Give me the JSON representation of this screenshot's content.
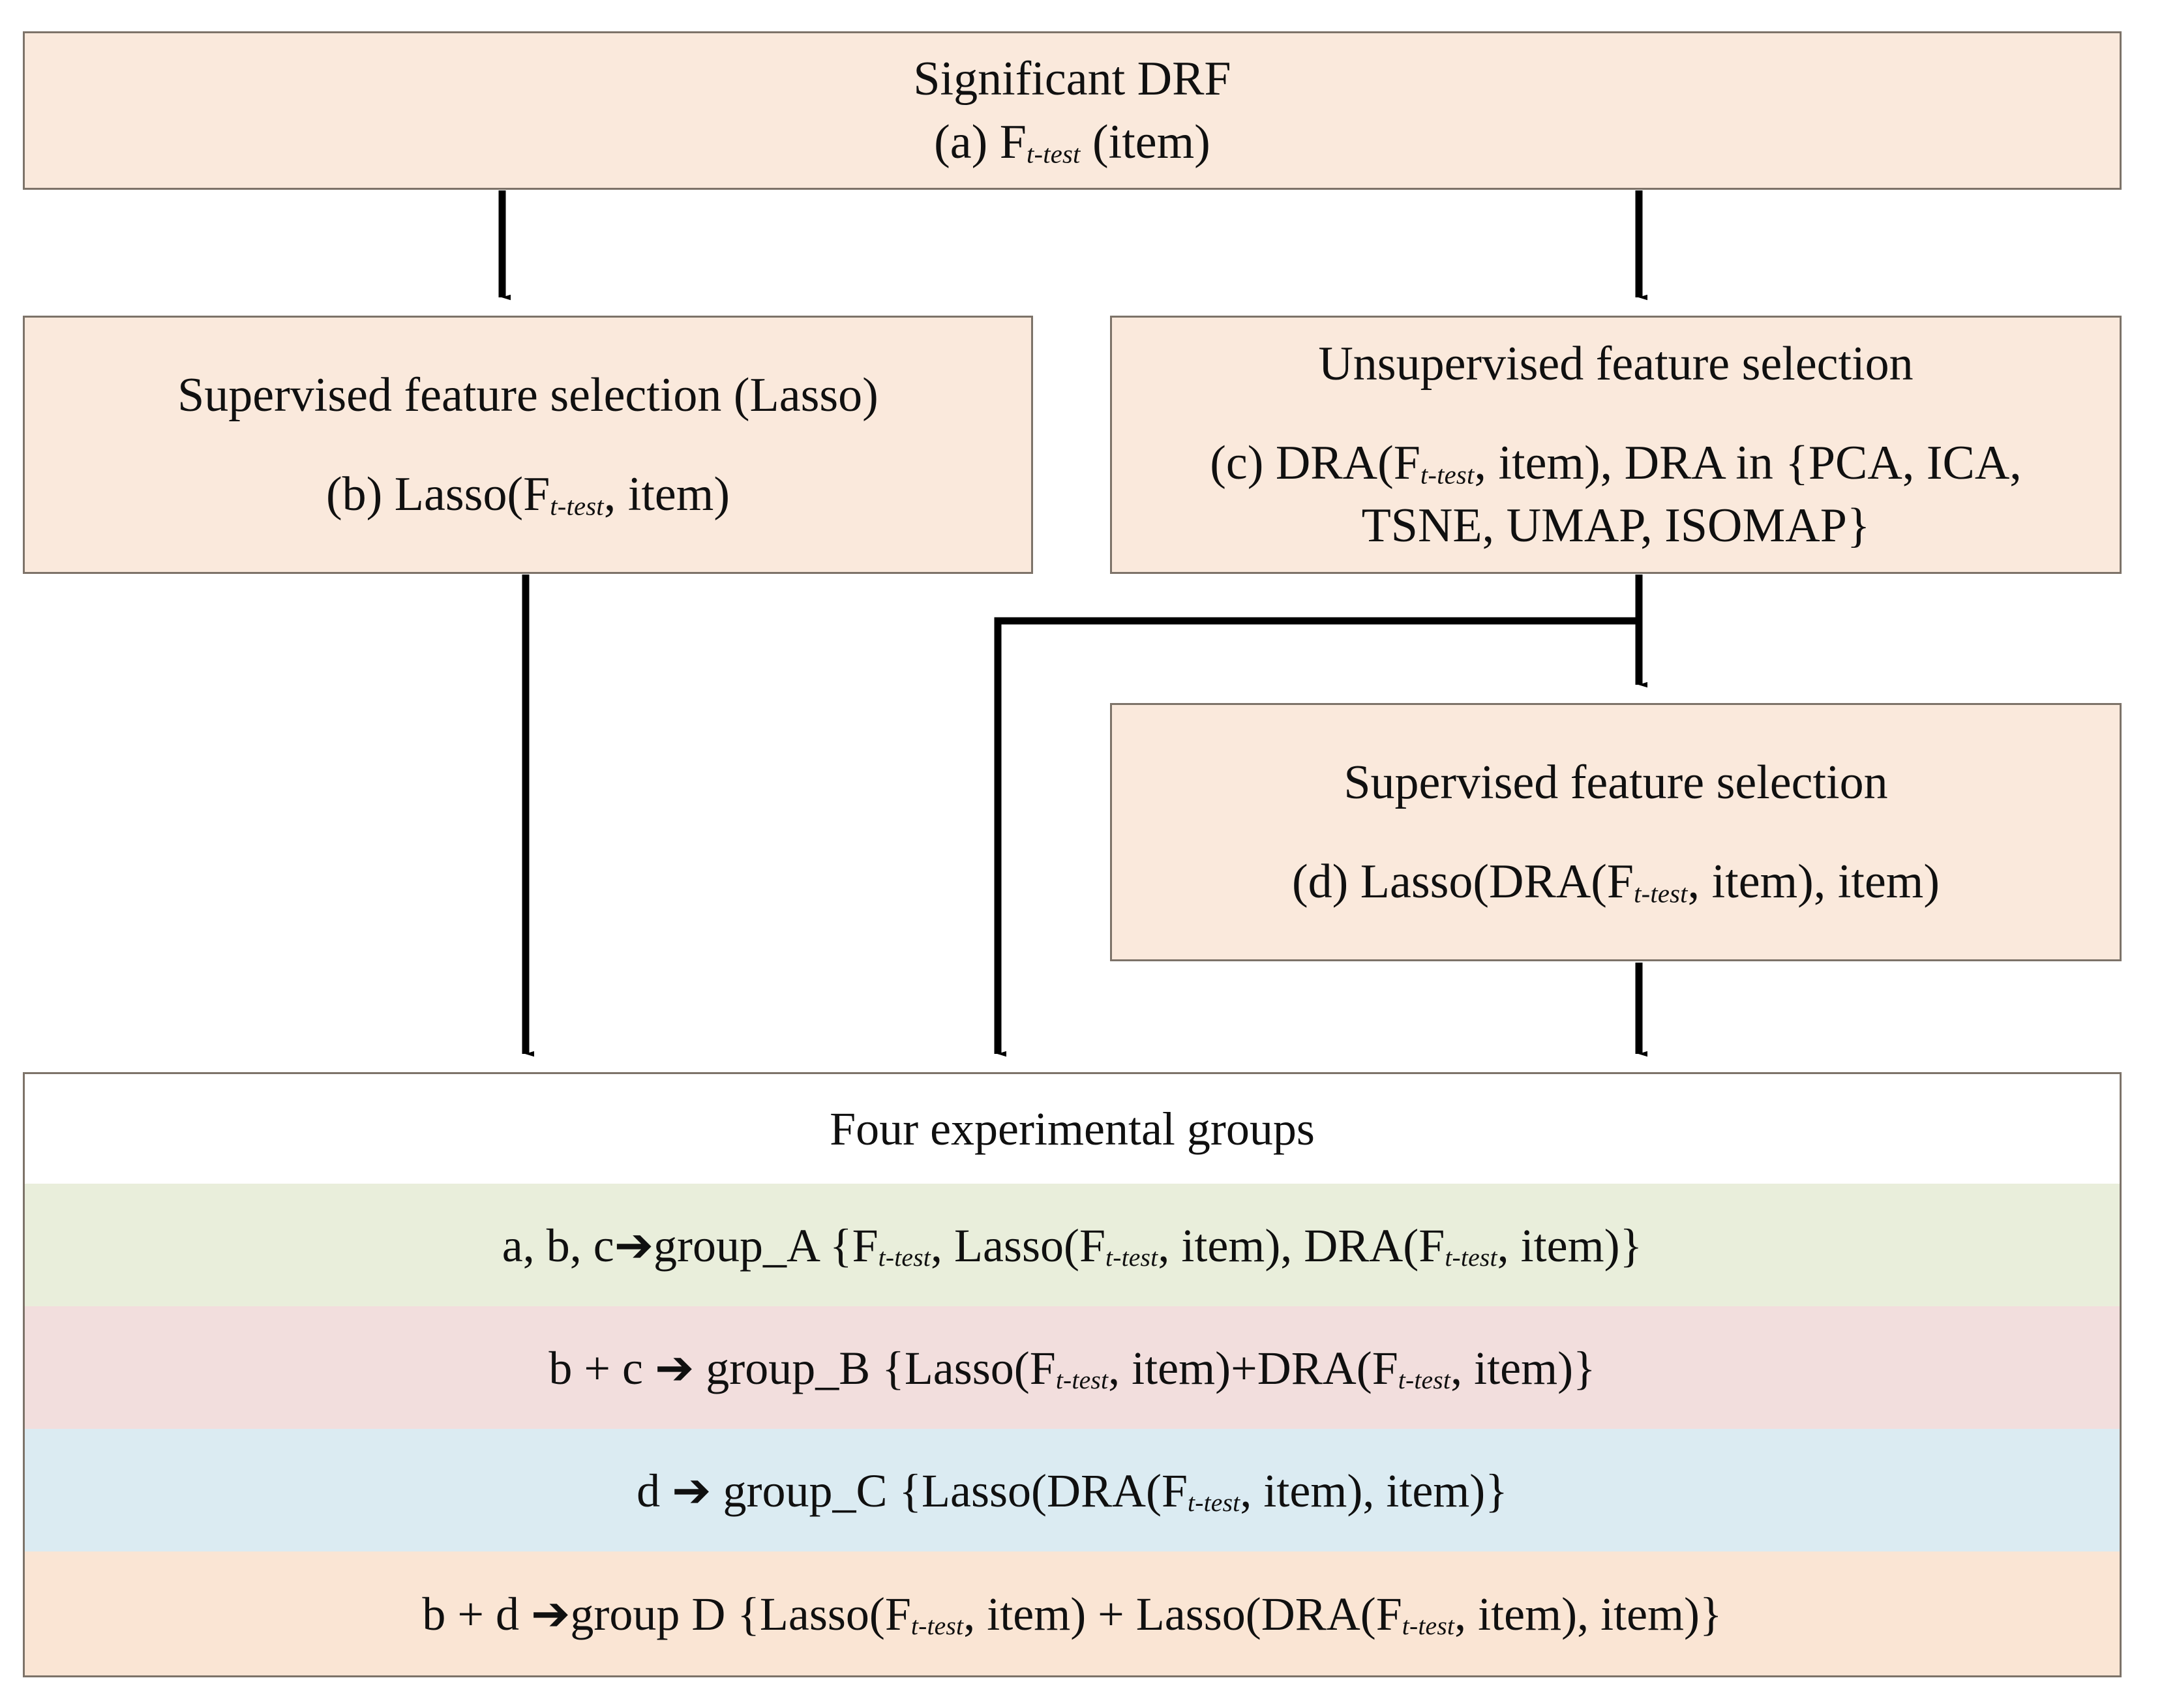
{
  "diagram": {
    "title_note": "Feature-selection pipeline flowchart",
    "colors": {
      "node_fill": "#fae9dc",
      "node_border": "#7d7369",
      "group_a_fill": "#e9eedb",
      "group_b_fill": "#f2dedd",
      "group_c_fill": "#dbebf2",
      "group_d_fill": "#fae5d4",
      "arrow": "#000000"
    },
    "nodes": {
      "root": {
        "line1": "Significant DRF",
        "line2_prefix": "(a) F",
        "line2_sub": "t-test",
        "line2_suffix": " (item)"
      },
      "supervised_lasso": {
        "line1": "Supervised feature selection (Lasso)",
        "line2_prefix": "(b) Lasso(F",
        "line2_sub": "t-test",
        "line2_suffix": ", item)"
      },
      "unsupervised": {
        "line1": "Unsupervised feature selection",
        "line2_prefix": "(c) DRA(F",
        "line2_sub": "t-test",
        "line2_suffix": ", item), DRA in {PCA, ICA,",
        "line3": "TSNE, UMAP, ISOMAP}"
      },
      "supervised_d": {
        "line1": "Supervised feature selection",
        "line2_prefix": "(d) Lasso(DRA(F",
        "line2_sub": "t-test",
        "line2_suffix": ", item), item)"
      }
    },
    "panel": {
      "title": "Four experimental groups",
      "groups": [
        {
          "id": "group_A",
          "seg1": "a, b, c",
          "arrow": "➔",
          "seg2": "group_A {F",
          "sub1": "t-test",
          "seg3": ", Lasso(F",
          "sub2": "t-test",
          "seg4": ", item), DRA(F",
          "sub3": "t-test",
          "seg5": ", item)}"
        },
        {
          "id": "group_B",
          "seg1": "b + c ",
          "arrow": "➔",
          "seg2": " group_B {Lasso(F",
          "sub1": "t-test",
          "seg3": ", item)+DRA(F",
          "sub2": "t-test",
          "seg4": ", item)}",
          "sub3": "",
          "seg5": ""
        },
        {
          "id": "group_C",
          "seg1": "d ",
          "arrow": "➔",
          "seg2": " group_C {Lasso(DRA(F",
          "sub1": "t-test",
          "seg3": ", item), item)}",
          "sub2": "",
          "seg4": "",
          "sub3": "",
          "seg5": ""
        },
        {
          "id": "group_D",
          "seg1": "b + d  ",
          "arrow": "➔",
          "seg2": "group D {Lasso(F",
          "sub1": "t-test",
          "seg3": ", item) + Lasso(DRA(F",
          "sub2": "t-test",
          "seg4": ", item), item)}",
          "sub3": "",
          "seg5": ""
        }
      ]
    }
  }
}
